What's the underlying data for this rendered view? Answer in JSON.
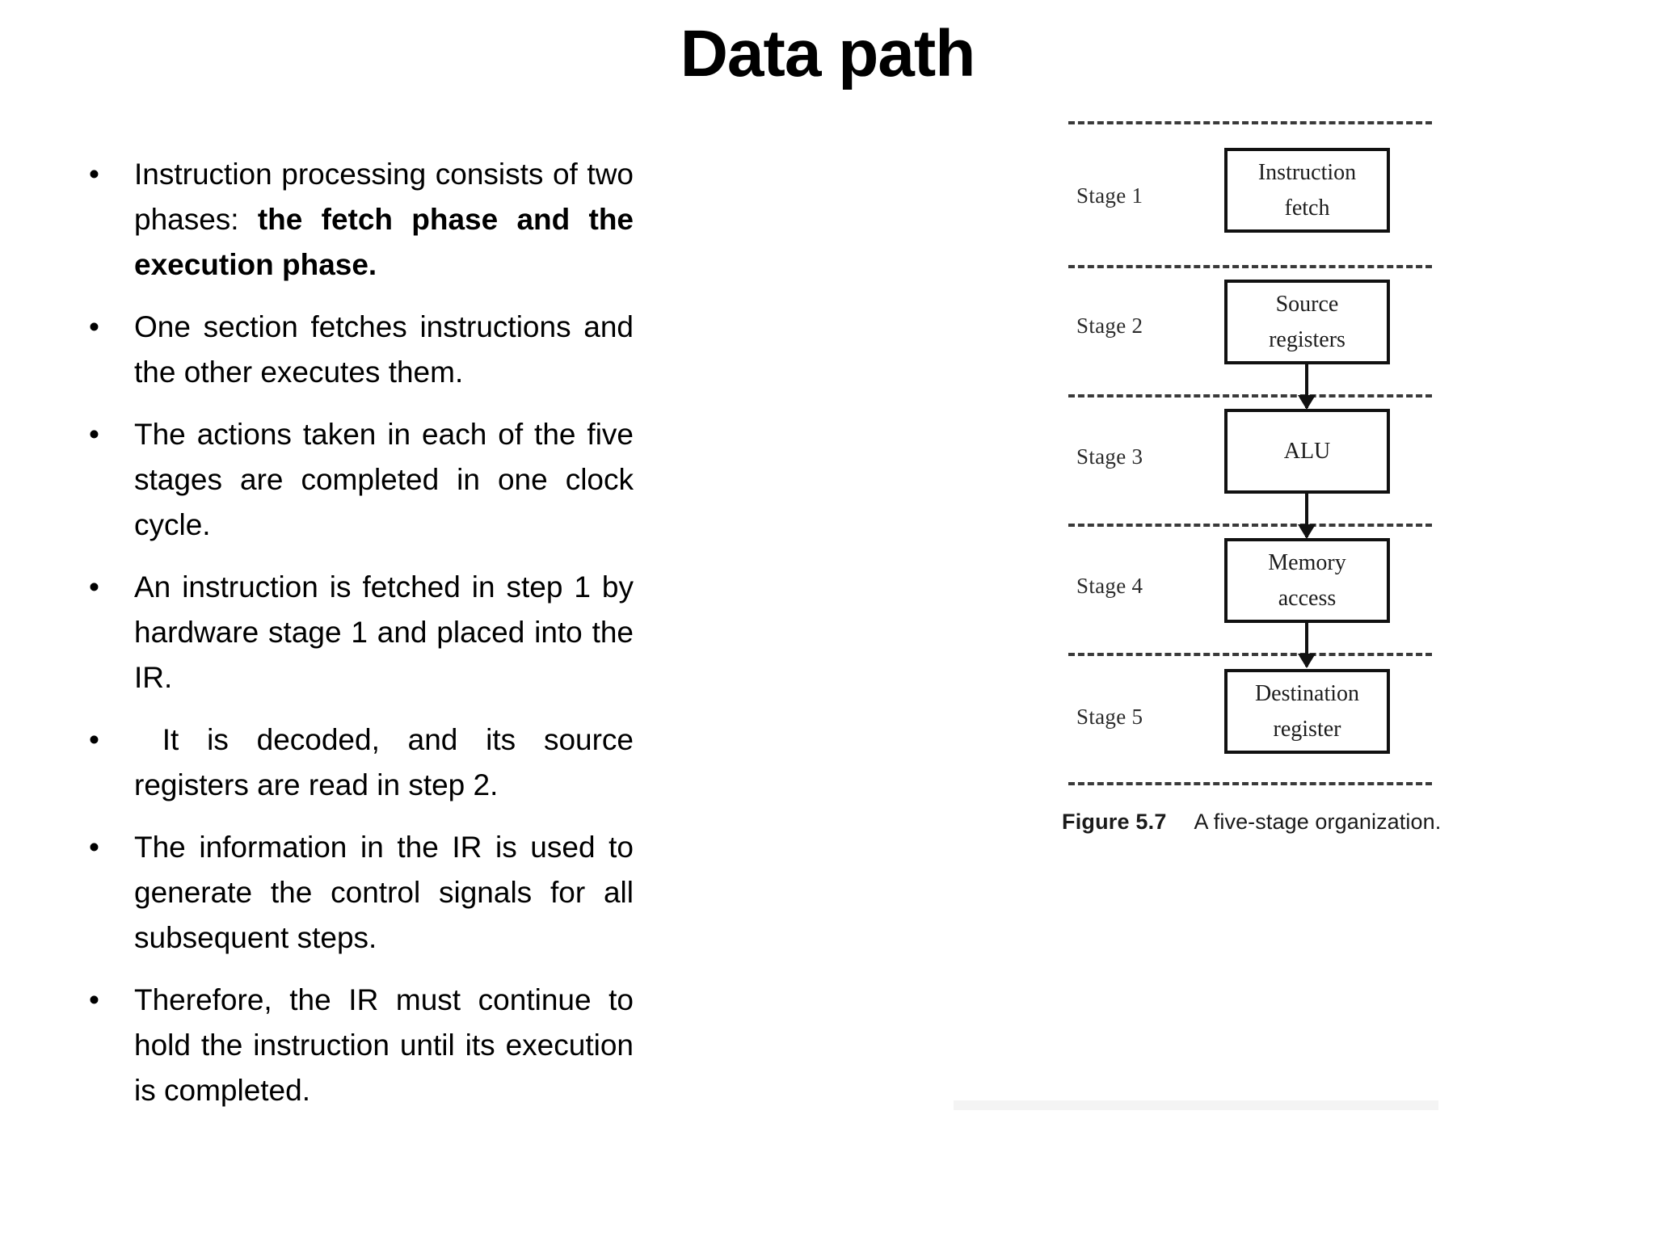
{
  "slide": {
    "title": "Data path"
  },
  "bullets": [
    {
      "marker": "•",
      "segments": [
        {
          "text": "Instruction processing consists of two phases: ",
          "bold": false
        },
        {
          "text": "the fetch phase and the execution phase.",
          "bold": true
        }
      ]
    },
    {
      "marker": "•",
      "segments": [
        {
          "text": "One section fetches instructions and the other executes them.",
          "bold": false
        }
      ]
    },
    {
      "marker": "•",
      "segments": [
        {
          "text": "The actions taken in each of the five stages are completed in one clock cycle.",
          "bold": false
        }
      ]
    },
    {
      "marker": "•",
      "segments": [
        {
          "text": "An instruction is fetched in step 1 by hardware stage 1 and placed into the IR.",
          "bold": false
        }
      ]
    },
    {
      "marker": "•",
      "segments": [
        {
          "text": " It is decoded, and its source registers are read in step 2.",
          "bold": false
        }
      ]
    },
    {
      "marker": "•",
      "segments": [
        {
          "text": "The information in the IR is used to generate the control signals for all subsequent steps.",
          "bold": false
        }
      ]
    },
    {
      "marker": "•",
      "segments": [
        {
          "text": "Therefore, the IR must continue to hold the instruction until its execution is completed.",
          "bold": false
        }
      ]
    }
  ],
  "figure": {
    "stages": [
      {
        "label": "Stage 1",
        "box_lines": [
          "Instruction",
          "fetch"
        ]
      },
      {
        "label": "Stage 2",
        "box_lines": [
          "Source",
          "registers"
        ]
      },
      {
        "label": "Stage 3",
        "box_lines": [
          "ALU"
        ]
      },
      {
        "label": "Stage 4",
        "box_lines": [
          "Memory",
          "access"
        ]
      },
      {
        "label": "Stage 5",
        "box_lines": [
          "Destination",
          "register"
        ]
      }
    ],
    "caption_number": "Figure 5.7",
    "caption_text": "A five-stage organization."
  },
  "colors": {
    "text": "#000000",
    "box_border": "#111111",
    "separator": "#2a2a2a",
    "background": "#ffffff"
  }
}
